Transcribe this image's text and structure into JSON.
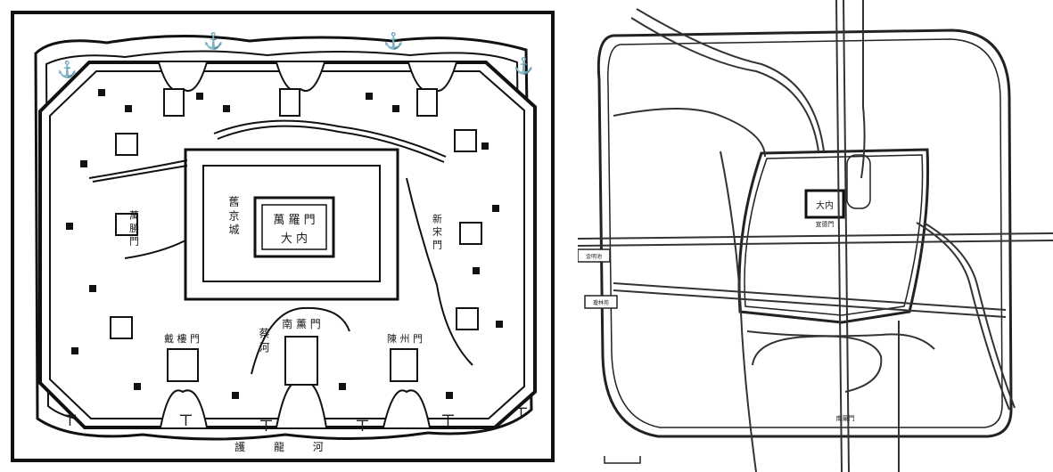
{
  "left_map": {
    "labels": {
      "inner_court": "大 内",
      "inner_gate": "萬 羅 門",
      "old_city": "舊 京 城",
      "south_gate": "南 薰 門",
      "sw_gate": "戴 樓 門",
      "se_gate": "陳 州 門",
      "cai_river": "蔡 河",
      "moat": "護 龍 河",
      "east_gate": "新 宋 門",
      "west_gate": "萬 勝 門"
    }
  },
  "right_map": {
    "labels": {
      "inner_court": "大内",
      "palace_gate": "宣德門",
      "south_gate": "南薰門",
      "west_box": "金明池",
      "west_box2": "瓊林苑"
    }
  }
}
